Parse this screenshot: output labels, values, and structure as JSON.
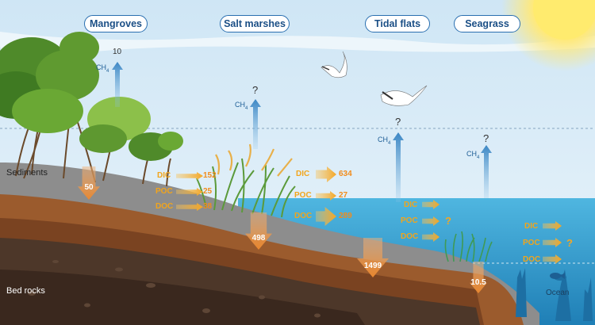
{
  "habitats": {
    "mangroves": "Mangroves",
    "salt_marshes": "Salt marshes",
    "tidal_flats": "Tidal flats",
    "seagrass": "Seagrass"
  },
  "layers": {
    "sediments": "Sediments",
    "bed_rocks": "Bed rocks",
    "ocean": "Ocean"
  },
  "methane_label": "CH",
  "methane_sub": "4",
  "mangroves": {
    "ch4": "10",
    "burial": "50",
    "dic_label": "DIC",
    "dic": "152",
    "poc_label": "POC",
    "poc": "25",
    "doc_label": "DOC",
    "doc": "38"
  },
  "salt_marshes": {
    "ch4": "?",
    "burial": "498",
    "dic_label": "DIC",
    "dic": "634",
    "poc_label": "POC",
    "poc": "27",
    "doc_label": "DOC",
    "doc": "289"
  },
  "tidal_flats": {
    "ch4": "?",
    "burial": "1499",
    "dic_label": "DIC",
    "poc_label": "POC",
    "doc_label": "DOC",
    "lateral": "?"
  },
  "seagrass": {
    "ch4": "?",
    "burial": "10.5",
    "dic_label": "DIC",
    "poc_label": "POC",
    "doc_label": "DOC",
    "lateral": "?"
  },
  "colors": {
    "sky_top": "#cfe6f5",
    "sky_bottom": "#e8f3fa",
    "ocean": "#39a9d8",
    "sediment": "#8c8c8c",
    "soil": "#9a5a2e",
    "bedrock": "#4a3527",
    "flux_orange": "#f5a623",
    "ch4_blue": "#3b86c4"
  }
}
